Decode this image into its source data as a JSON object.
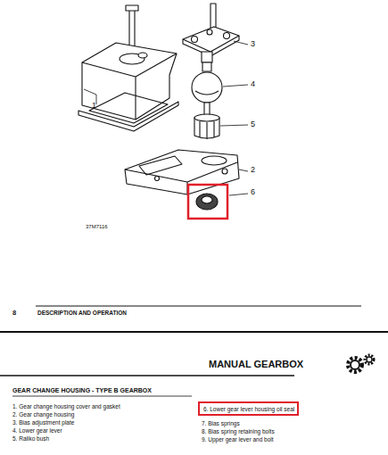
{
  "diagram": {
    "title": "GEAR CHANGE HOUSING - TYPE B GEARBOX",
    "nodes": [
      {
        "text": [
          "6. Lower gear lever housing oil seal"
        ]
      }
    ],
    "labels": [
      "1",
      "2",
      "3",
      "4",
      "5",
      "6",
      "37M7116",
      "8",
      "DESCRIPTION AND OPERATION",
      "MANUAL GEARBOX",
      "1. Gear change housing cover and gasket",
      "2. Gear change housing",
      "3. Bias adjustment plate",
      "4. Lower gear lever",
      "5. Raliko bush",
      "7. Bias springs",
      "8. Bias spring retaining bolts",
      "9. Upper gear lever and bolt"
    ]
  }
}
